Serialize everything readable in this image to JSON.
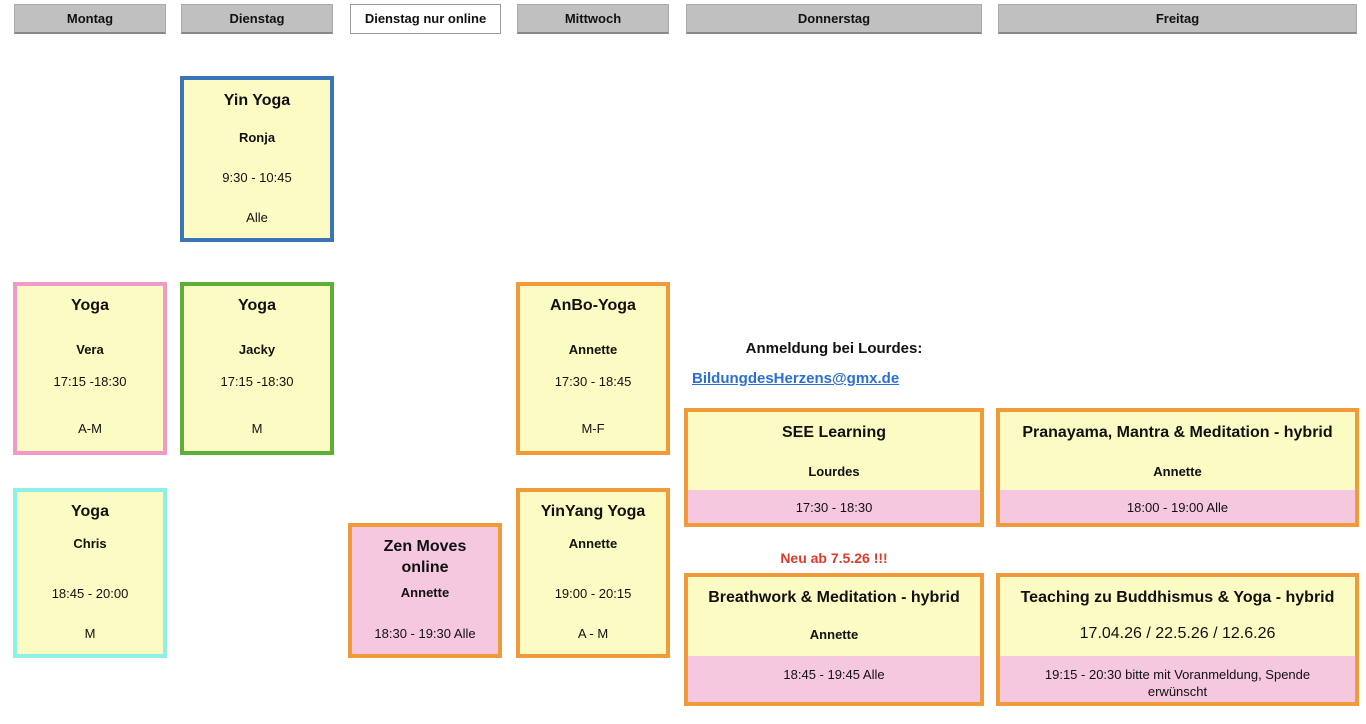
{
  "tabs": [
    "Montag",
    "Dienstag",
    "Dienstag nur online",
    "Mittwoch",
    "Donnerstag",
    "Freitag"
  ],
  "cards": {
    "yin": {
      "title": "Yin Yoga",
      "teacher": "Ronja",
      "time": "9:30 - 10:45",
      "level": "Alle"
    },
    "vera": {
      "title": "Yoga",
      "teacher": "Vera",
      "time": "17:15 -18:30",
      "level": "A-M"
    },
    "jacky": {
      "title": "Yoga",
      "teacher": "Jacky",
      "time": "17:15 -18:30",
      "level": "M"
    },
    "anbo": {
      "title": "AnBo-Yoga",
      "teacher": "Annette",
      "time": "17:30 - 18:45",
      "level": "M-F"
    },
    "chris": {
      "title": "Yoga",
      "teacher": "Chris",
      "time": "18:45 - 20:00",
      "level": "M"
    },
    "zen": {
      "title1": "Zen Moves",
      "title2": "online",
      "teacher": "Annette",
      "time": "18:30 - 19:30 Alle"
    },
    "yinyang": {
      "title": "YinYang Yoga",
      "teacher": "Annette",
      "time": "19:00 - 20:15",
      "level": "A - M"
    },
    "see": {
      "title": "SEE Learning",
      "teacher": "Lourdes",
      "time": "17:30 - 18:30"
    },
    "prana": {
      "title": "Pranayama, Mantra & Meditation - hybrid",
      "teacher": "Annette",
      "time": "18:00 - 19:00 Alle"
    },
    "breath": {
      "title": "Breathwork & Meditation - hybrid",
      "teacher": "Annette",
      "time": "18:45 - 19:45 Alle"
    },
    "teach": {
      "title": "Teaching zu Buddhismus & Yoga - hybrid",
      "dates": "17.04.26 / 22.5.26 / 12.6.26",
      "time": "19:15 - 20:30 bitte mit Voranmeldung, Spende erwünscht"
    }
  },
  "registration": {
    "label": "Anmeldung bei Lourdes:",
    "email": "BildungdesHerzens@gmx.de"
  },
  "new_note": "Neu ab 7.5.26 !!!",
  "colors": {
    "blue": "#3a75b8",
    "pink": "#f19ac8",
    "green": "#5eae3a",
    "orange": "#f29a3a",
    "cyan": "#8ef0e6",
    "yellow": "#fdfbc4",
    "band": "#f5c8df",
    "red": "#e0392b",
    "link": "#2a6fd6"
  }
}
